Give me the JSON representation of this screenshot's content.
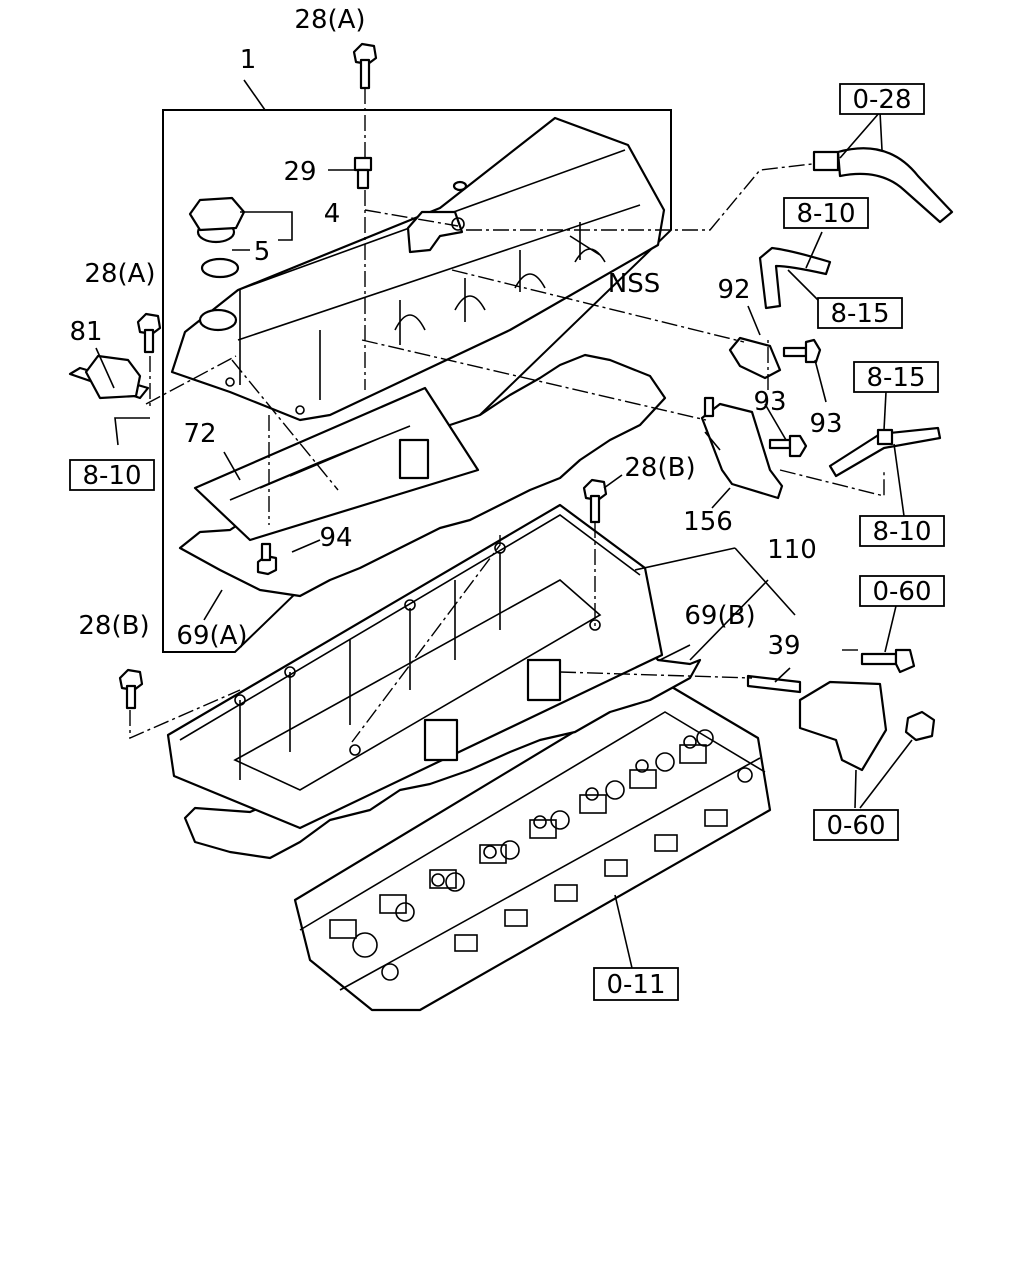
{
  "callouts": {
    "c1": "1",
    "c4": "4",
    "c5": "5",
    "c28a_top": "28(A)",
    "c28a_left": "28(A)",
    "c28b_right": "28(B)",
    "c28b_left": "28(B)",
    "c29": "29",
    "c39": "39",
    "c69a": "69(A)",
    "c69b": "69(B)",
    "c72": "72",
    "c81": "81",
    "c92": "92",
    "c93a": "93",
    "c93b": "93",
    "c94": "94",
    "c110": "110",
    "c156": "156",
    "nss": "NSS"
  },
  "references": {
    "r028": "0-28",
    "r810_top": "8-10",
    "r815_top": "8-15",
    "r815_right": "8-15",
    "r810_right": "8-10",
    "r810_left": "8-10",
    "r060_top": "0-60",
    "r060_bottom": "0-60",
    "r011": "0-11"
  }
}
